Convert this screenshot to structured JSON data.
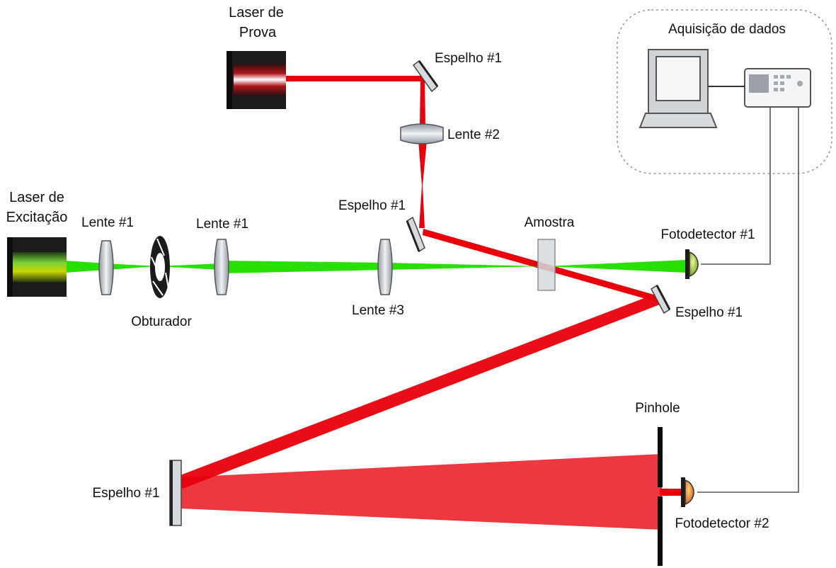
{
  "labels": {
    "probe_laser_line1": "Laser de",
    "probe_laser_line2": "Prova",
    "excitation_laser_line1": "Laser de",
    "excitation_laser_line2": "Excitação",
    "mirror_top": "Espelho #1",
    "lens2": "Lente #2",
    "mirror_mid": "Espelho #1",
    "lens1_a": "Lente #1",
    "lens1_b": "Lente #1",
    "shutter": "Obturador",
    "lens3": "Lente #3",
    "sample": "Amostra",
    "photodetector1": "Fotodetector #1",
    "mirror_right": "Espelho #1",
    "data_acquisition": "Aquisição de dados",
    "pinhole": "Pinhole",
    "mirror_bottom": "Espelho #1",
    "photodetector2": "Fotodetector #2"
  },
  "colors": {
    "probe_beam": "#e8000b",
    "excitation_beam": "#27e000",
    "background": "#ffffff",
    "optic_gray": "#c9ced3",
    "laser_body": "#1e1b1c"
  }
}
